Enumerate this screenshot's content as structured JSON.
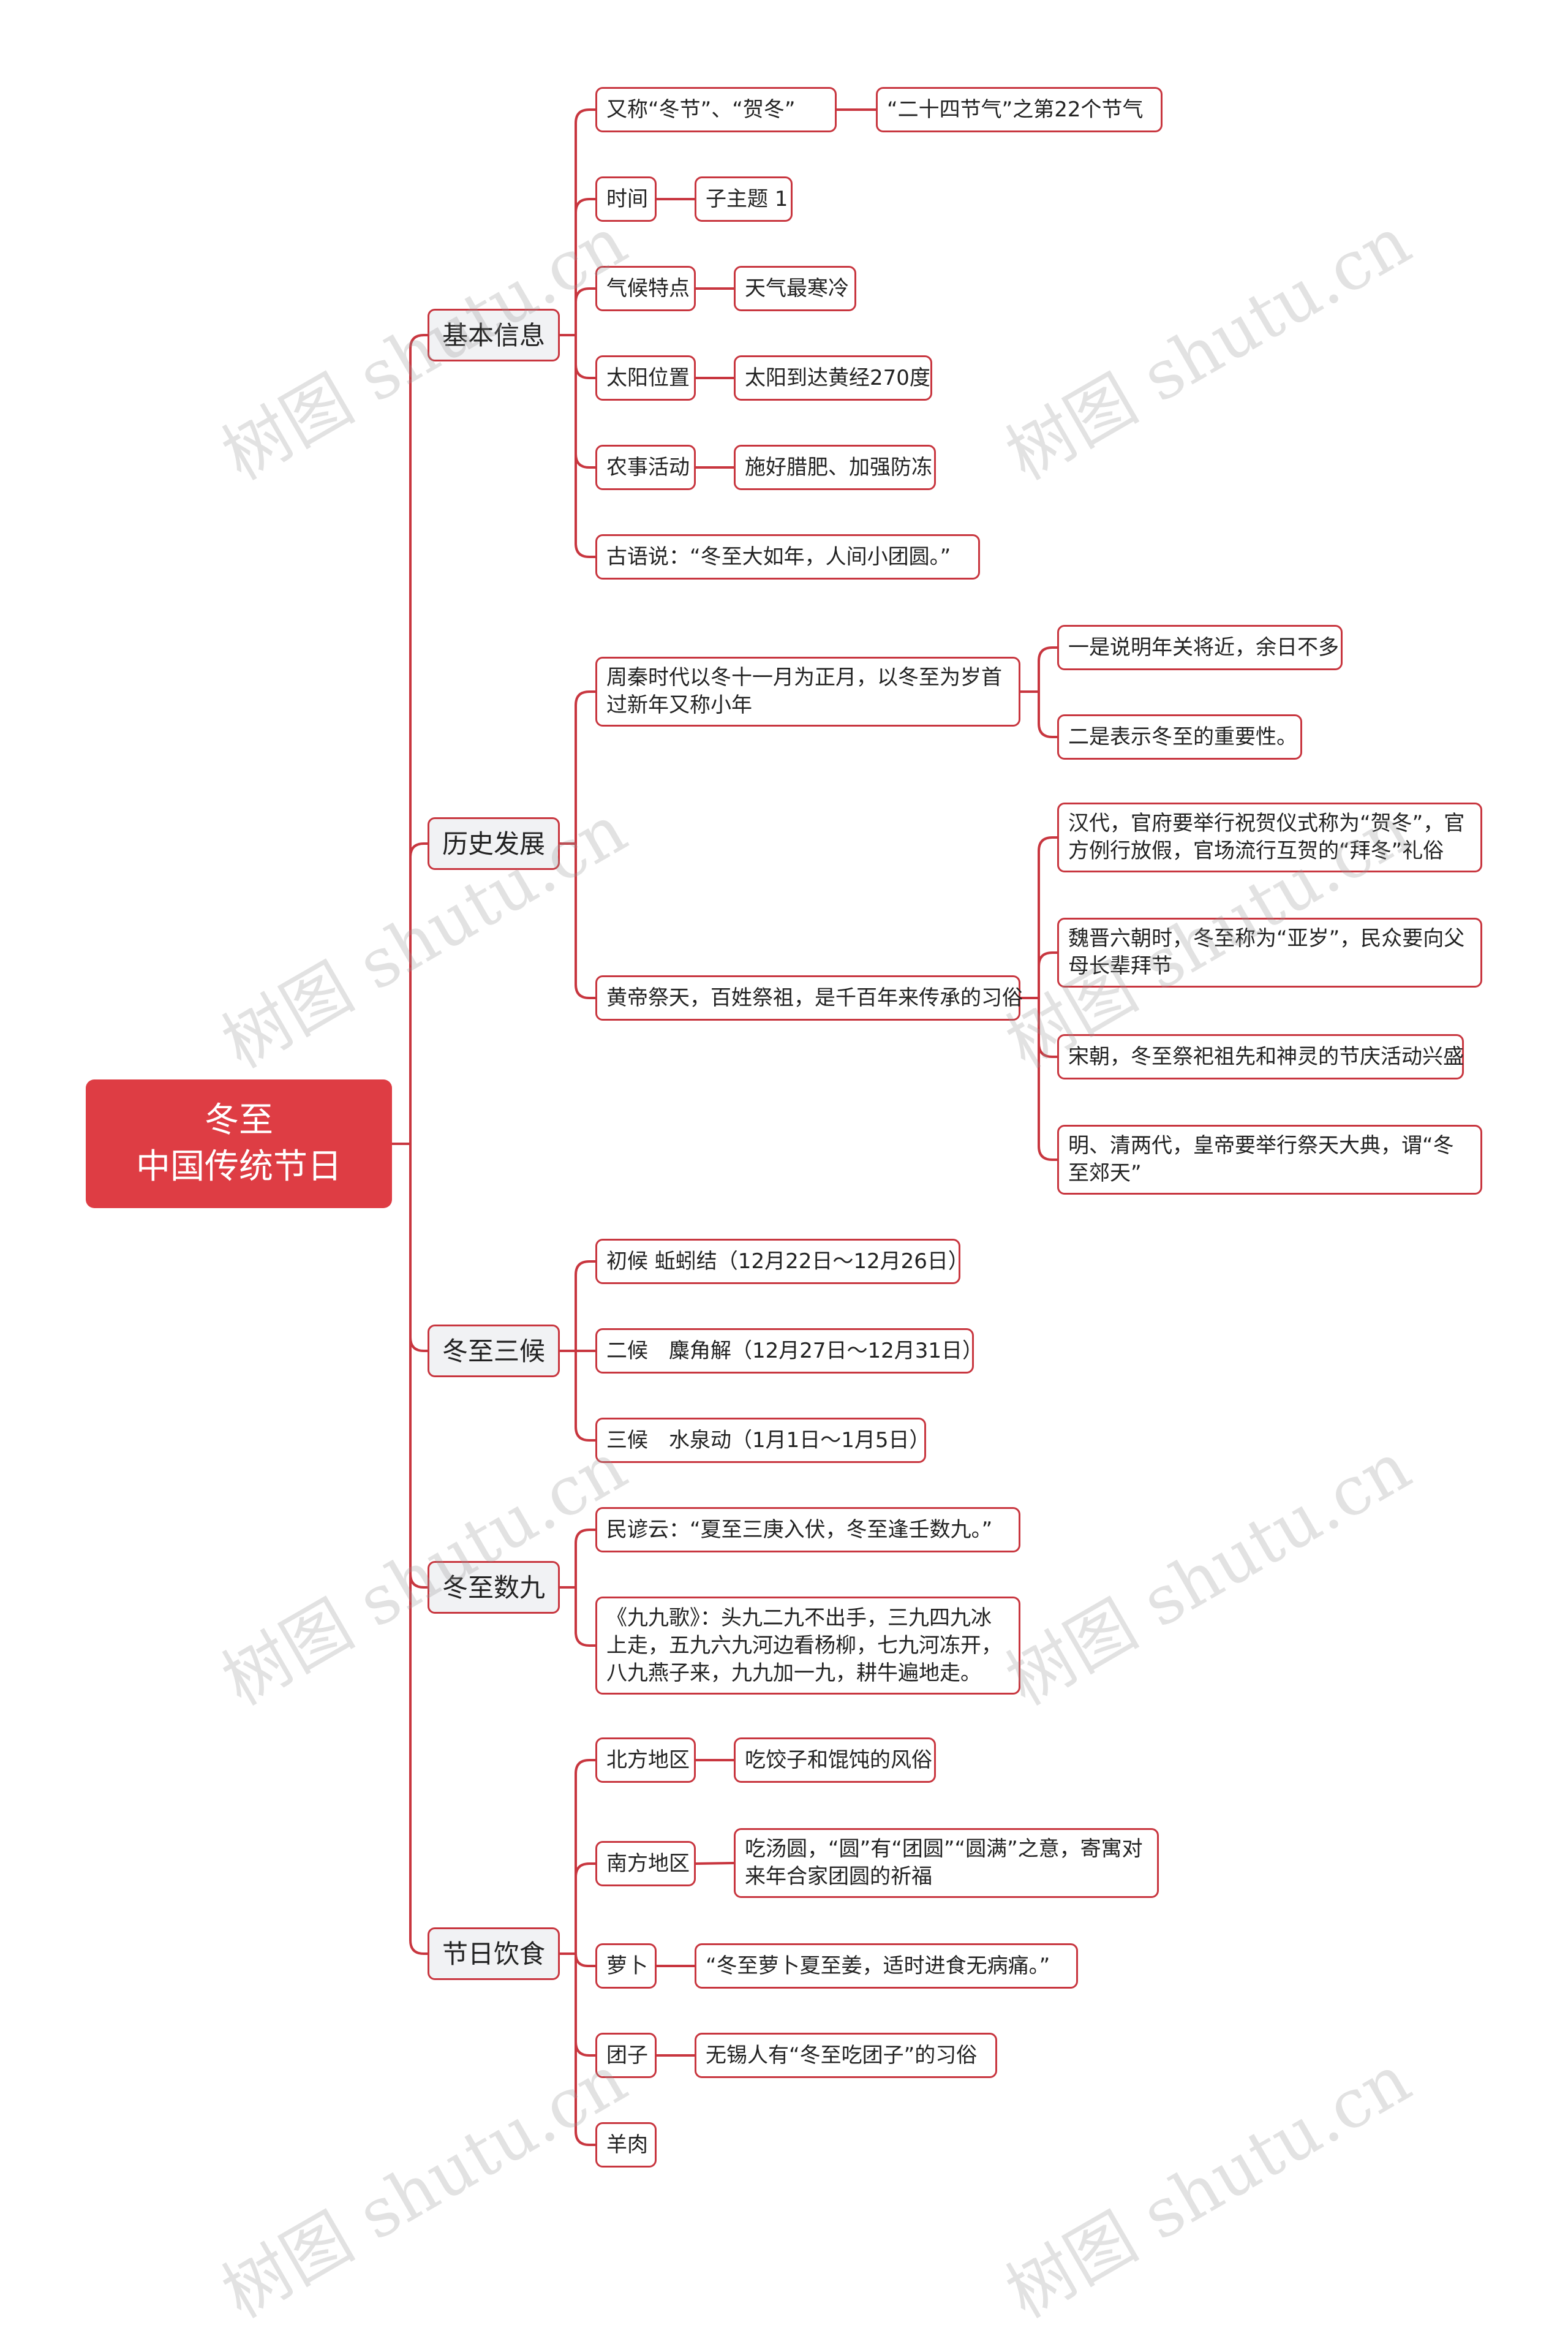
{
  "root": {
    "line1": "冬至",
    "line2": "中国传统节日"
  },
  "branches": {
    "basic": {
      "label": "基本信息",
      "items": {
        "alias": {
          "label": "又称“冬节”、“贺冬”",
          "detail": "“二十四节气”之第22个节气"
        },
        "time": {
          "label": "时间",
          "detail": "子主题 1"
        },
        "climate": {
          "label": "气候特点",
          "detail": "天气最寒冷"
        },
        "sun": {
          "label": "太阳位置",
          "detail": "太阳到达黄经270度"
        },
        "farm": {
          "label": "农事活动",
          "detail": "施好腊肥、加强防冻"
        },
        "saying": {
          "label": "古语说：“冬至大如年，人间小团圆。”"
        }
      }
    },
    "history": {
      "label": "历史发展",
      "items": {
        "zhouqin": {
          "label": "周秦时代以冬十一月为正月，以冬至为岁首过新年又称小年",
          "details": [
            "一是说明年关将近，余日不多",
            "二是表示冬至的重要性。"
          ]
        },
        "huangdi": {
          "label": "黄帝祭天，百姓祭祖，是千百年来传承的习俗",
          "details": [
            "汉代，官府要举行祝贺仪式称为“贺冬”，官方例行放假，官场流行互贺的“拜冬”礼俗",
            "魏晋六朝时，冬至称为“亚岁”，民众要向父母长辈拜节",
            "宋朝，冬至祭祀祖先和神灵的节庆活动兴盛",
            "明、清两代，皇帝要举行祭天大典，谓“冬至郊天”"
          ]
        }
      }
    },
    "three": {
      "label": "冬至三候",
      "items": [
        "初候 蚯蚓结（12月22日～12月26日）",
        "二候　麋角解（12月27日～12月31日）",
        "三候　水泉动（1月1日～1月5日）"
      ]
    },
    "nine": {
      "label": "冬至数九",
      "items": [
        "民谚云：“夏至三庚入伏，冬至逢壬数九。”",
        "《九九歌》：头九二九不出手，三九四九冰上走，五九六九河边看杨柳，七九河冻开，八九燕子来，九九加一九，耕牛遍地走。"
      ]
    },
    "food": {
      "label": "节日饮食",
      "items": {
        "north": {
          "label": "北方地区",
          "detail": "吃饺子和馄饨的风俗"
        },
        "south": {
          "label": "南方地区",
          "detail": "吃汤圆，“圆”有“团圆”“圆满”之意，寄寓对来年合家团圆的祈福"
        },
        "radish": {
          "label": "萝卜",
          "detail": "“冬至萝卜夏至姜，适时进食无病痛。”"
        },
        "tuanzi": {
          "label": "团子",
          "detail": "无锡人有“冬至吃团子”的习俗"
        },
        "mutton": {
          "label": "羊肉"
        }
      }
    }
  },
  "watermark": "树图 shutu.cn",
  "colors": {
    "line": "#c8363f",
    "root_fill": "#de3d44",
    "branch_fill": "#f1f2f4"
  }
}
